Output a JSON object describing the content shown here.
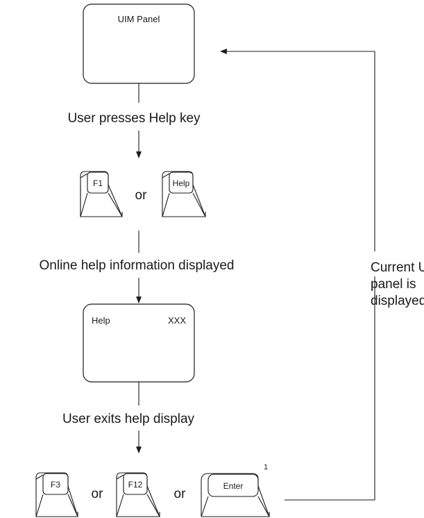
{
  "uim_panel": {
    "title": "UIM Panel"
  },
  "step1": {
    "caption": "User presses Help key"
  },
  "help_keys": {
    "key1": "F1",
    "or": "or",
    "key2": "Help"
  },
  "step2": {
    "caption": "Online help information displayed"
  },
  "help_panel": {
    "title": "Help",
    "id": "XXX"
  },
  "step3": {
    "caption": "User exits help display"
  },
  "exit_keys": {
    "key1": "F3",
    "or1": "or",
    "key2": "F12",
    "or2": "or",
    "key3": "Enter",
    "footnote": "1"
  },
  "return_path": {
    "line1": "Current UIM",
    "line2": "panel is",
    "line3": "displayed"
  }
}
